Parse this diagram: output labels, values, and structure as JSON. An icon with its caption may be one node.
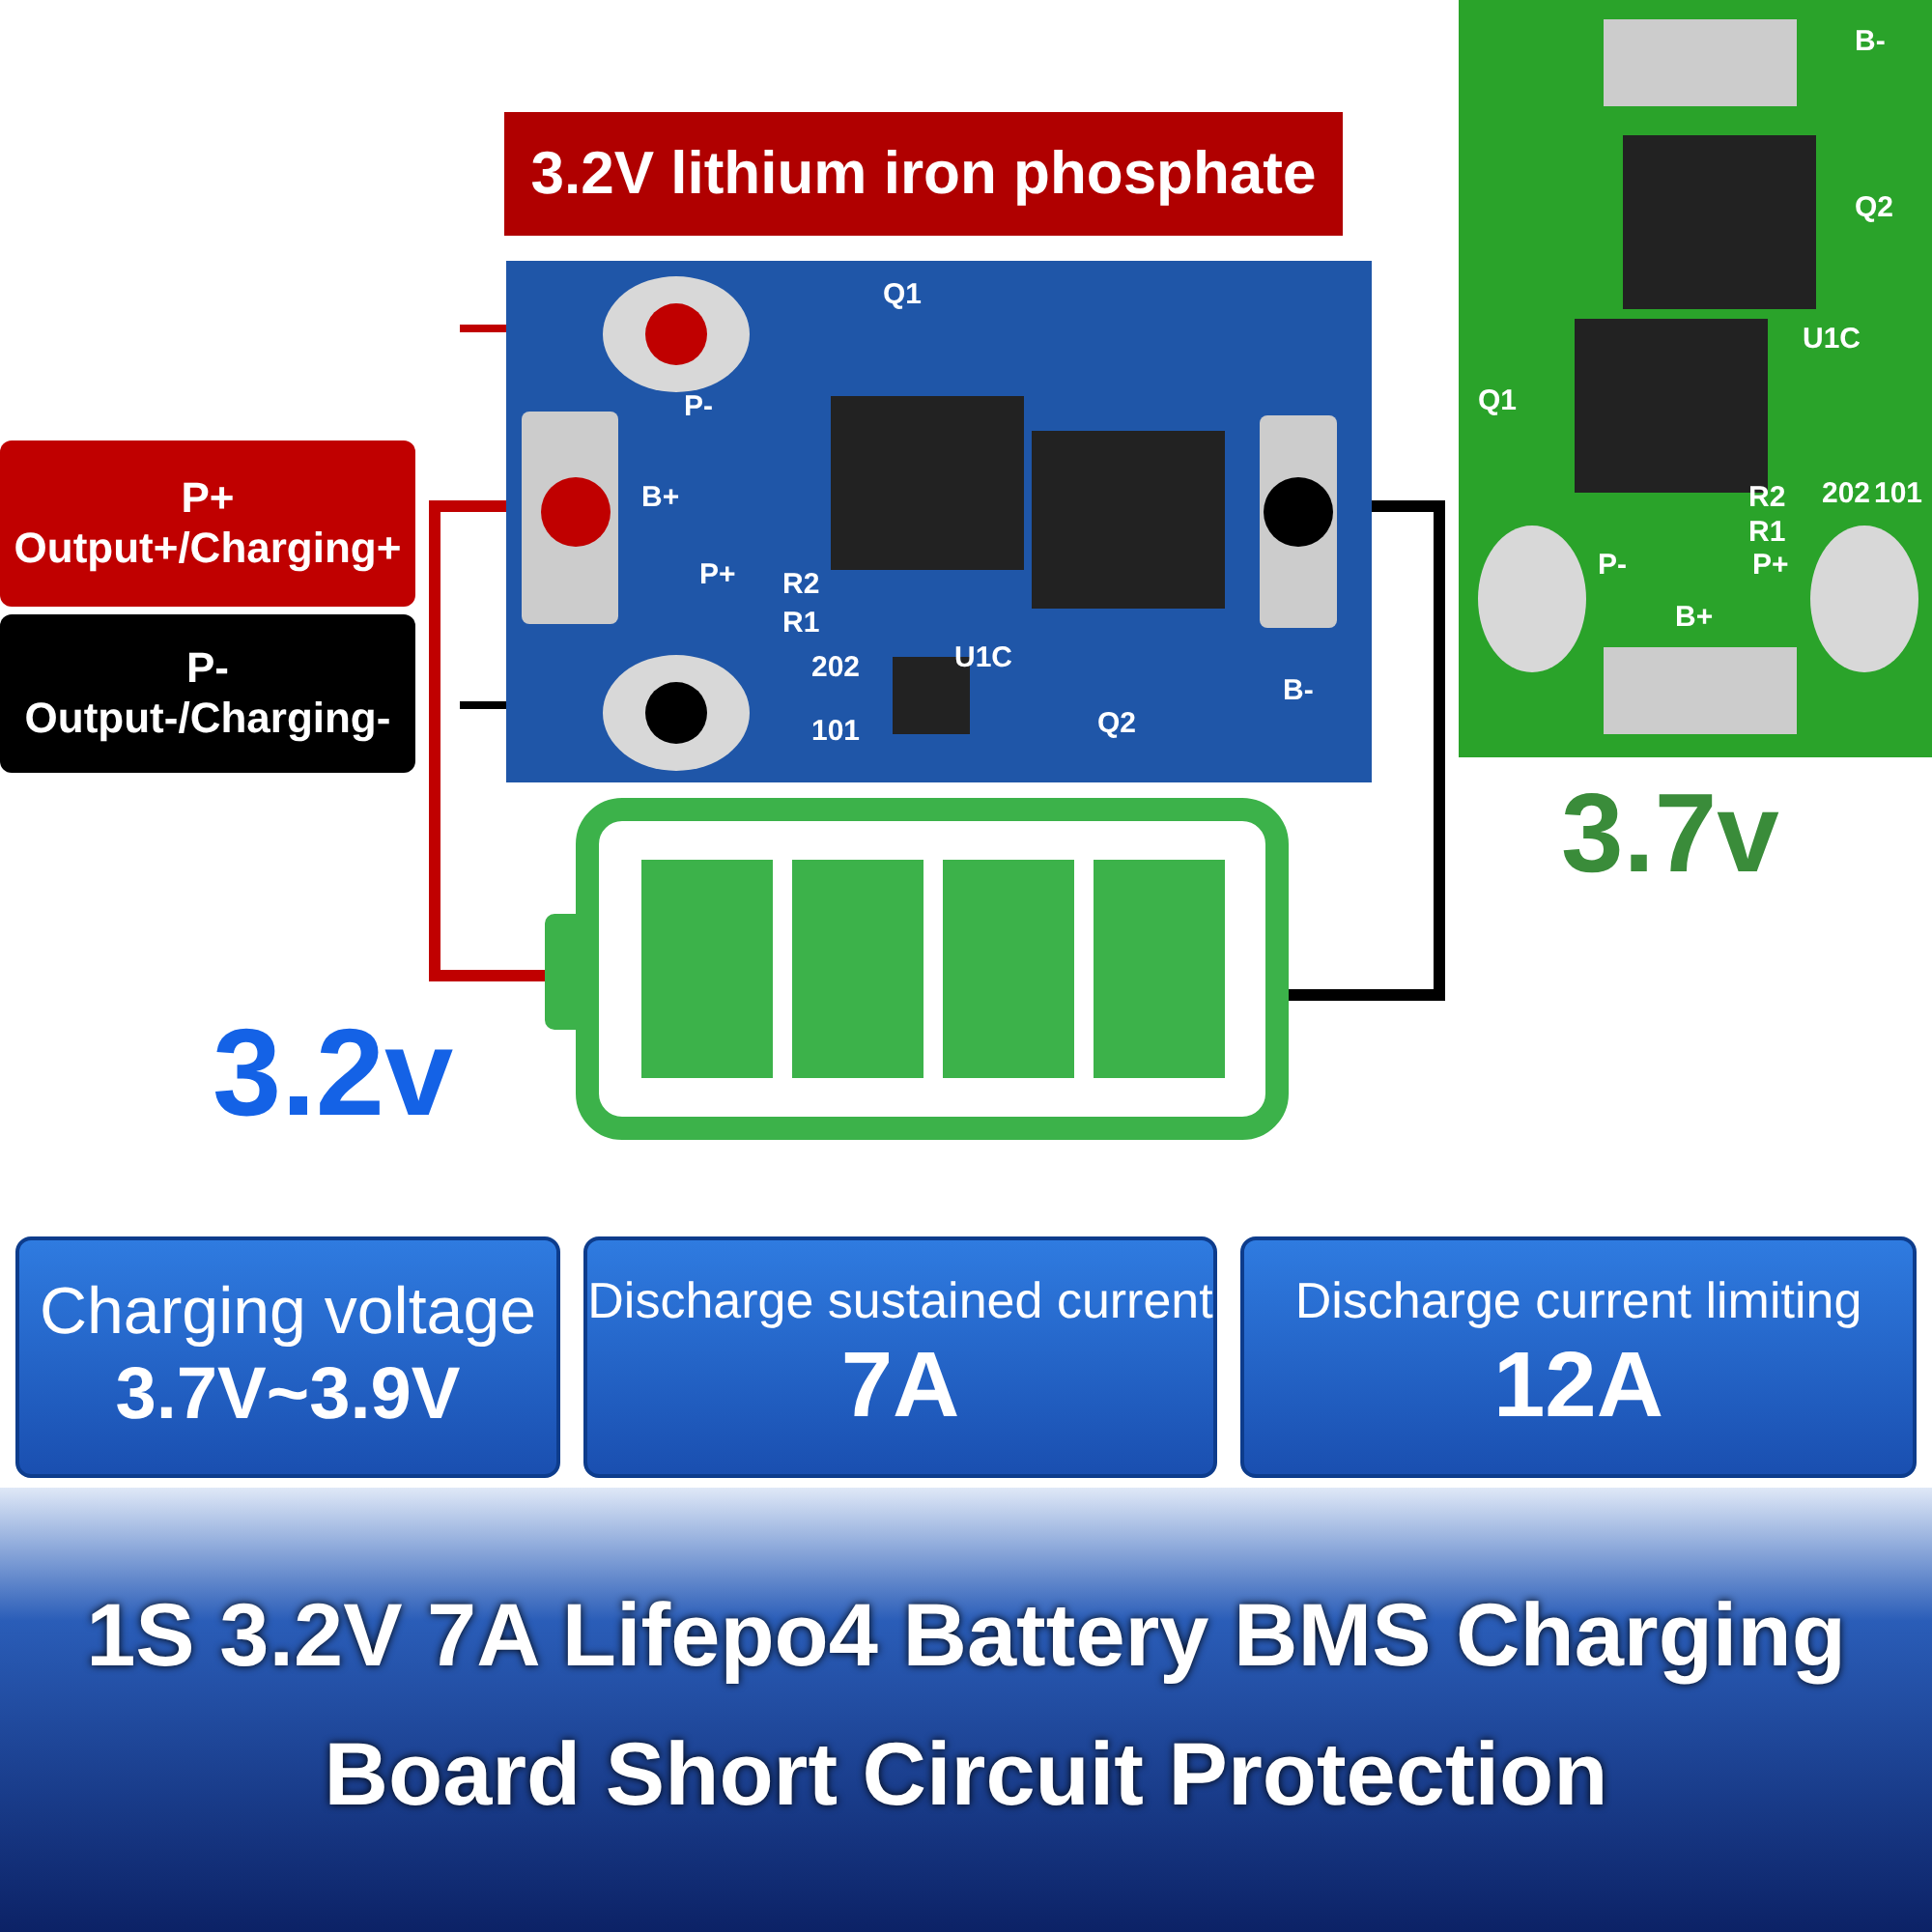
{
  "diagram": {
    "title": "1S 3.2V 7A Lifepo4 Battery BMS Charging Board Short Circuit Protection",
    "nodes": [
      {
        "text": [
          "3.2V lithium iron phosphate"
        ]
      },
      {
        "text": [
          "P+",
          "Output+/Charging+"
        ]
      },
      {
        "text": [
          "P-",
          "Output-/Charging-"
        ]
      },
      {
        "text": [],
        "shape": "picture"
      },
      {
        "text": [],
        "shape": "battery",
        "beside": [
          "3.2v"
        ]
      },
      {
        "text": [],
        "shape": "picture",
        "beside": [
          "3.7v"
        ]
      },
      {
        "text": [
          "Charging voltage",
          "3.7V~3.9V"
        ]
      },
      {
        "text": [
          "Discharge sustained current",
          "7A"
        ]
      },
      {
        "text": [
          "Discharge current limiting",
          "12A"
        ]
      }
    ],
    "edges": [
      {
        "from": null,
        "to": 3,
        "arrow": "none",
        "color": "#c00000"
      },
      {
        "from": 4,
        "to": 3,
        "arrow": "none",
        "color": "#c00000"
      },
      {
        "from": null,
        "to": 3,
        "arrow": "none",
        "color": "#000000"
      },
      {
        "from": 4,
        "to": 3,
        "arrow": "none",
        "color": "#000000"
      }
    ],
    "labels": [
      "Q1",
      "P-",
      "B+",
      "P+",
      "R2",
      "R1",
      "202",
      "101",
      "U1C",
      "Q2",
      "B-",
      "B-",
      "Q2",
      "U1C",
      "Q1",
      "R2",
      "R1",
      "202",
      "101",
      "P-",
      "B+",
      "P+"
    ]
  }
}
